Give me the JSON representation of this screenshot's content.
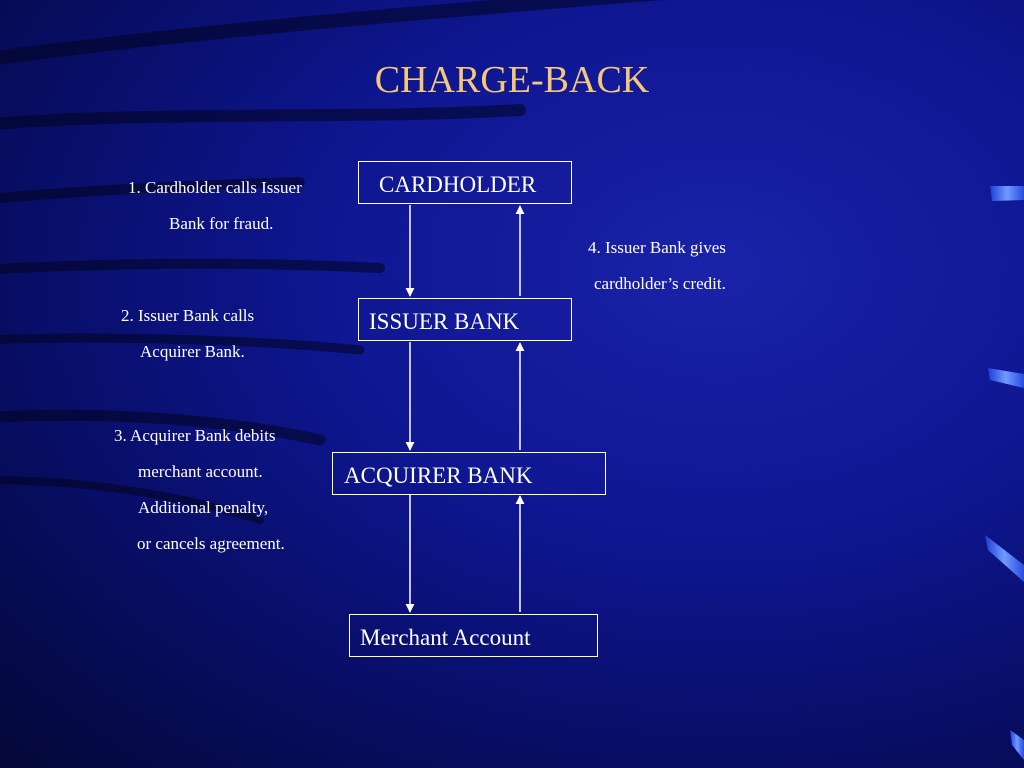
{
  "slide": {
    "title": "CHARGE-BACK"
  },
  "nodes": [
    {
      "id": "cardholder",
      "label": "CARDHOLDER"
    },
    {
      "id": "issuer",
      "label": "ISSUER BANK"
    },
    {
      "id": "acquirer",
      "label": "ACQUIRER BANK"
    },
    {
      "id": "merchant",
      "label": "Merchant Account"
    }
  ],
  "notes": {
    "step1": [
      "1. Cardholder calls Issuer",
      "Bank for  fraud."
    ],
    "step2": [
      "2. Issuer Bank calls",
      "Acquirer Bank."
    ],
    "step3": [
      "3. Acquirer Bank debits",
      "merchant account.",
      "Additional penalty,",
      "or cancels agreement."
    ],
    "step4": [
      "4. Issuer Bank gives",
      "cardholder’s credit."
    ]
  },
  "colors": {
    "title": "#f5c77a",
    "text": "#ffffff",
    "background": "#0e1690",
    "accent_tabs": "#4a7bff"
  }
}
